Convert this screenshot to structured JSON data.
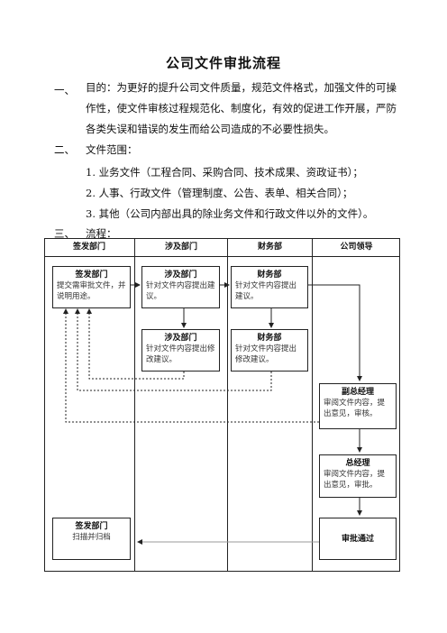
{
  "doc": {
    "title": "公司文件审批流程",
    "sec1_num": "一、",
    "sec1_line1": "目的：为更好的提升公司文件质量，规范文件格式，加强文件的可操",
    "sec1_line2": "作性，使文件审核过程规范化、制度化，有效的促进工作开展，严防",
    "sec1_line3": "各类失误和错误的发生而给公司造成的不必要性损失。",
    "sec2_num": "二、",
    "sec2_title": "文件范围：",
    "sec2_item1": "1. 业务文件（工程合同、采购合同、技术成果、资政证书）；",
    "sec2_item2": "2. 人事、行政文件（管理制度、公告、表单、相关合同）；",
    "sec2_item3": "3. 其他（公司内部出具的除业务文件和行政文件以外的文件）。",
    "sec3_num": "三、",
    "sec3_title": "流程："
  },
  "flow": {
    "columns": [
      "签发部门",
      "涉及部门",
      "财务部",
      "公司领导"
    ],
    "boxes": {
      "issue_title": "签发部门",
      "issue_body": "提交需审批文件，并说明用途。",
      "inv1_title": "涉及部门",
      "inv1_body": "针对文件内容提出建议。",
      "inv2_title": "涉及部门",
      "inv2_body": "针对文件内容提出修改建议。",
      "fin1_title": "财务部",
      "fin1_body": "针对文件内容提出建议。",
      "fin2_title": "财务部",
      "fin2_body": "针对文件内容提出修改建议。",
      "vgm_title": "副总经理",
      "vgm_body": "审阅文件内容，提出意见，审核。",
      "gm_title": "总经理",
      "gm_body": "审阅文件内容，提出意见，审批。",
      "archive_title": "签发部门",
      "archive_body": "扫描并归档",
      "approved": "审批通过"
    }
  }
}
